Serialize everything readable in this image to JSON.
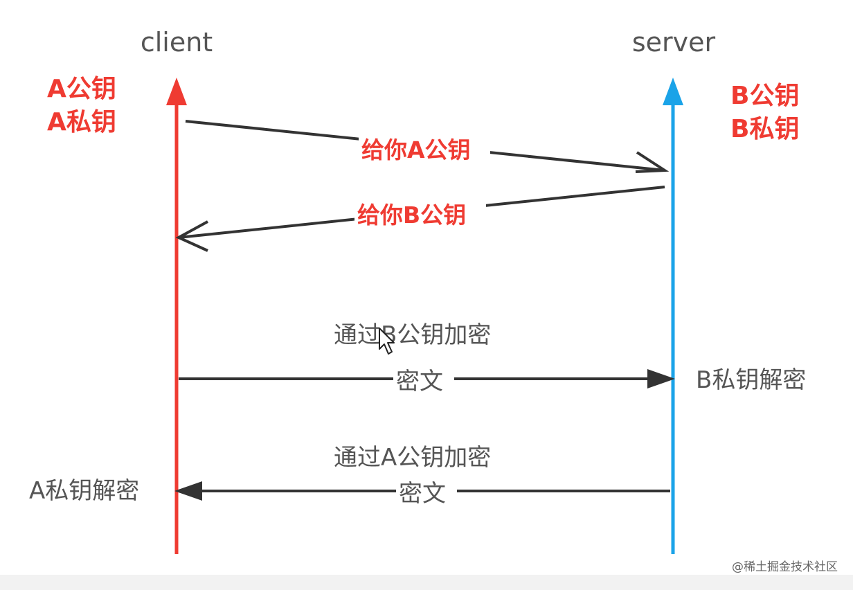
{
  "participants": {
    "client": "client",
    "server": "server"
  },
  "client_keys": {
    "public": "A公钥",
    "private": "A私钥"
  },
  "server_keys": {
    "public": "B公钥",
    "private": "B私钥"
  },
  "messages": {
    "give_a_public": "给你A公钥",
    "give_b_public": "给你B公钥",
    "encrypt_with_b": "通过B公钥加密",
    "ciphertext_to_server": "密文",
    "server_decrypt": "B私钥解密",
    "encrypt_with_a": "通过A公钥加密",
    "ciphertext_to_client": "密文",
    "client_decrypt": "A私钥解密"
  },
  "watermark": "@稀土掘金技术社区",
  "colors": {
    "client_line": "#ef3b32",
    "server_line": "#1aa3e8",
    "arrow": "#333333",
    "key_text": "#ef3b32",
    "plain_text": "#555555"
  }
}
